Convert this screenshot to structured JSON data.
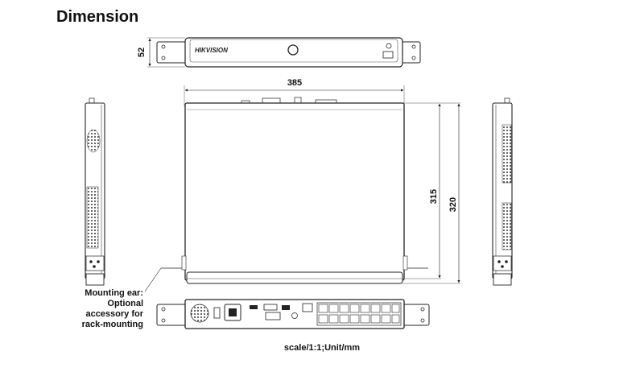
{
  "title": "Dimension",
  "dimensions": {
    "front_height": "52",
    "width": "385",
    "depth_body": "315",
    "depth_total": "320"
  },
  "front_panel": {
    "brand": "HIKVISION"
  },
  "callout": {
    "line1": "Mounting ear: Optional",
    "line2": "accessory for",
    "line3": "rack-mounting"
  },
  "footer": "scale/1:1;Unit/mm"
}
